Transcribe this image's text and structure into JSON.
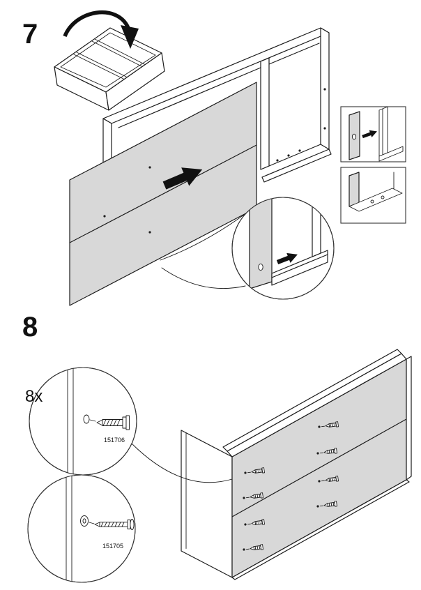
{
  "steps": {
    "step7": {
      "number": "7"
    },
    "step8": {
      "number": "8",
      "quantity_label": "8x",
      "hardware": [
        {
          "part_number": "151706"
        },
        {
          "part_number": "151705"
        }
      ]
    }
  },
  "icons": {
    "flip_rotation_arrow": "curved-black-arrow",
    "insert_direction_arrow": "solid-black-arrow",
    "screw": "screw-glyph"
  },
  "colors": {
    "background": "#ffffff",
    "line": "#1c1c1c",
    "panel_gray": "#d8d8d8",
    "arrow_black": "#111111"
  }
}
